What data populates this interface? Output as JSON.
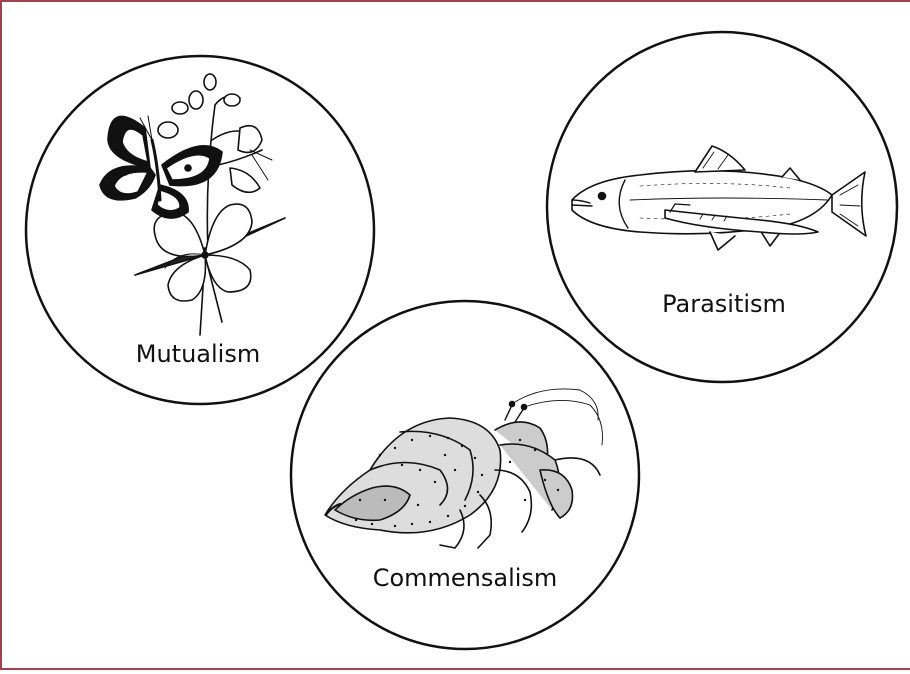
{
  "diagram": {
    "accent_color": "#a0434f",
    "panels": [
      {
        "id": "mutualism",
        "label": "Mutualism",
        "icon": "butterfly-on-flower-icon"
      },
      {
        "id": "parasitism",
        "label": "Parasitism",
        "icon": "fish-with-lamprey-icon"
      },
      {
        "id": "commensalism",
        "label": "Commensalism",
        "icon": "hermit-crab-in-shell-icon"
      }
    ]
  }
}
